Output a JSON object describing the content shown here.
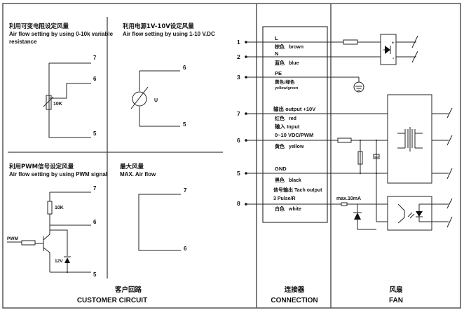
{
  "sections": {
    "customer": {
      "title_cn": "客户回路",
      "title_en": "CUSTOMER CIRCUIT"
    },
    "connection": {
      "title_cn": "连接器",
      "title_en": "CONNECTION"
    },
    "fan": {
      "title_cn": "风扇",
      "title_en": "FAN"
    }
  },
  "panels": {
    "variable_resistor": {
      "title_cn": "利用可变电阻设定风量",
      "title_en_1": "Air flow setting  by using 0-10k variable",
      "title_en_2": "resistance",
      "component": "10K",
      "pins": [
        "7",
        "6",
        "5"
      ]
    },
    "voltage": {
      "title_cn": "利用电源1V-10V设定风量",
      "title_en": "Air flow setting  by using 1-10 V.DC",
      "component": "U",
      "pins": [
        "6",
        "5"
      ]
    },
    "pwm": {
      "title_cn": "利用PWM信号设定风量",
      "title_en": "Air flow setting by using PWM signal",
      "resistor": "10K",
      "input": "PWM",
      "zener": "12V",
      "pins": [
        "7",
        "6",
        "5"
      ]
    },
    "max": {
      "title_cn": "最大风量",
      "title_en": "MAX. Air flow",
      "pins": [
        "7",
        "6"
      ]
    }
  },
  "connector": {
    "pins": [
      {
        "num": "1",
        "name": "L",
        "color_cn": "棕色",
        "color_en": "brown"
      },
      {
        "num": "2",
        "name": "N",
        "color_cn": "蓝色",
        "color_en": "blue"
      },
      {
        "num": "3",
        "name": "PE",
        "color_cn": "黄色/绿色",
        "color_en": "yellow/green"
      },
      {
        "num": "7",
        "name": "输出  output  +10V",
        "color_cn": "红色",
        "color_en": "red"
      },
      {
        "num": "6",
        "name": "输入 Input",
        "name2": "0~10 VDC/PWM",
        "color_cn": "黄色",
        "color_en": "yellow"
      },
      {
        "num": "5",
        "name": "GND",
        "color_cn": "黑色",
        "color_en": "black"
      },
      {
        "num": "8",
        "name": "信号输出 Tach output",
        "name2": "3 Pulse/R",
        "color_cn": "白色",
        "color_en": "white"
      }
    ]
  },
  "fan": {
    "tach_limit": "max.10mA",
    "plus": "+",
    "minus": "-"
  }
}
